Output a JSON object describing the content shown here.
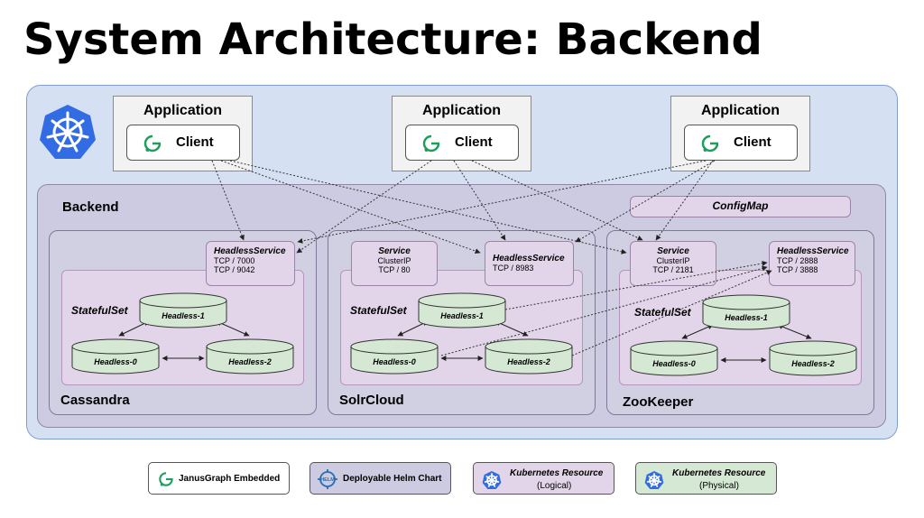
{
  "title": "System Architecture: Backend",
  "applications": [
    {
      "title": "Application",
      "client": "Client"
    },
    {
      "title": "Application",
      "client": "Client"
    },
    {
      "title": "Application",
      "client": "Client"
    }
  ],
  "backend": {
    "label": "Backend",
    "configmap": "ConfigMap"
  },
  "groups": {
    "cassandra": {
      "label": "Cassandra",
      "service": {
        "name": "HeadlessService",
        "line1": "TCP / 7000",
        "line2": "TCP / 9042"
      },
      "statefulset": "StatefulSet",
      "pods": [
        "Headless-1",
        "Headless-0",
        "Headless-2"
      ]
    },
    "solrcloud": {
      "label": "SolrCloud",
      "service": {
        "name": "Service",
        "line1": "ClusterIP",
        "line2": "TCP / 80"
      },
      "headless": {
        "name": "HeadlessService",
        "line1": "TCP / 8983"
      },
      "statefulset": "StatefulSet",
      "pods": [
        "Headless-1",
        "Headless-0",
        "Headless-2"
      ]
    },
    "zookeeper": {
      "label": "ZooKeeper",
      "service": {
        "name": "Service",
        "line1": "ClusterIP",
        "line2": "TCP / 2181"
      },
      "headless": {
        "name": "HeadlessService",
        "line1": "TCP / 2888",
        "line2": "TCP / 3888"
      },
      "statefulset": "StatefulSet",
      "pods": [
        "Headless-1",
        "Headless-0",
        "Headless-2"
      ]
    }
  },
  "legend": {
    "janusgraph": "JanusGraph Embedded",
    "helm_icon": "HELM",
    "helm": "Deployable Helm Chart",
    "logical_title": "Kubernetes Resource",
    "logical_sub": "(Logical)",
    "physical_title": "Kubernetes Resource",
    "physical_sub": "(Physical)"
  },
  "colors": {
    "kubernetes_blue": "#326ce5",
    "janusgraph_green": "#1e9e5c",
    "cluster_bg": "#d5e1f3",
    "backend_bg": "#cccbe2",
    "logical_bg": "#e3d5e9",
    "physical_bg": "#d5e8d4"
  },
  "icons": [
    "kubernetes-icon",
    "janusgraph-icon",
    "helm-icon"
  ]
}
